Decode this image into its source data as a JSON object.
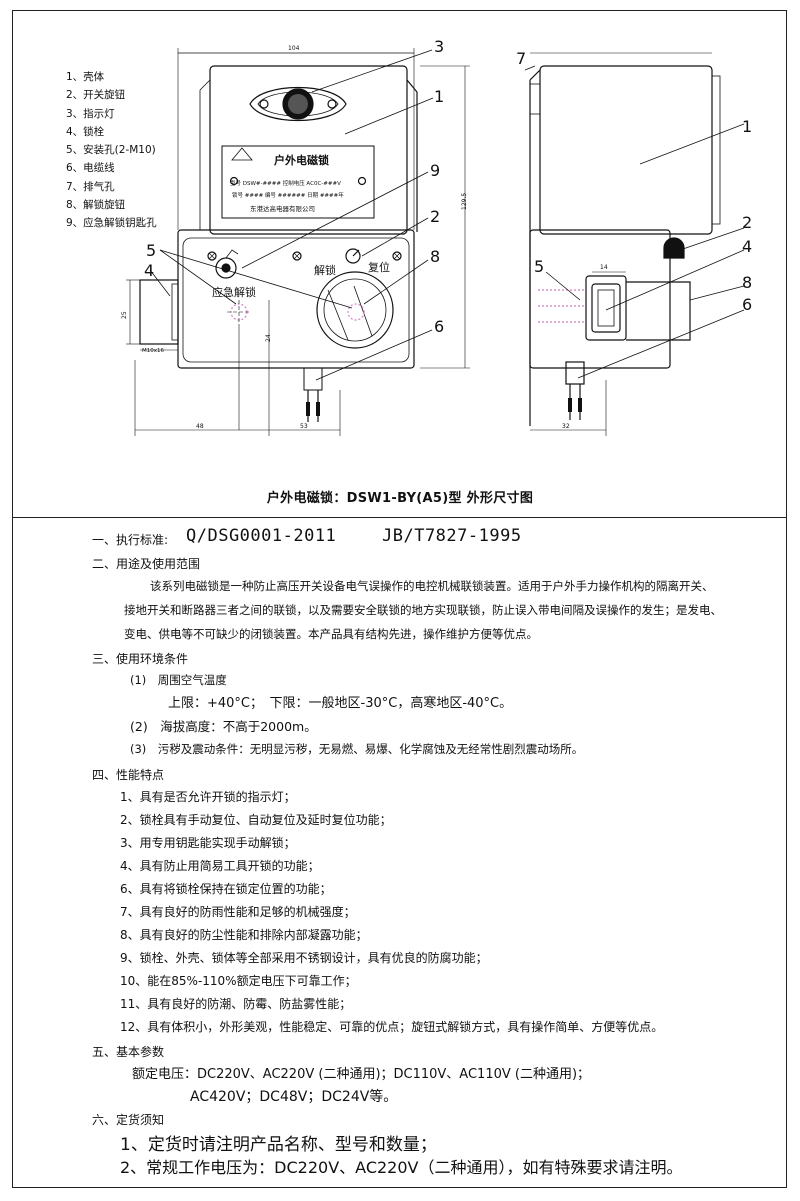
{
  "legend": [
    "1、壳体",
    "2、开关旋钮",
    "3、指示灯",
    "4、锁栓",
    "5、安装孔(2-M10)",
    "6、电缆线",
    "7、排气孔",
    "8、解锁旋钮",
    "9、应急解锁钥匙孔"
  ],
  "drawing": {
    "nameplate_title": "户外电磁锁",
    "nameplate_line1": "型号 DSW#-####  控制电压 AC0C-###V",
    "nameplate_line2": "锁号 ####  编号 ######  日期 ####年",
    "nameplate_maker": "东港达高电器有限公司",
    "label_unlock": "解锁",
    "label_reset": "复位",
    "label_emergency": "应急解锁",
    "callouts_front": [
      "3",
      "1",
      "9",
      "2",
      "8",
      "5",
      "4",
      "6"
    ],
    "callouts_side": [
      "7",
      "1",
      "2",
      "4",
      "5",
      "8",
      "6"
    ],
    "dim_width": "104",
    "dim_height": "129.5",
    "dim_48": "48",
    "dim_53": "53",
    "dim_24": "24",
    "dim_25": "25",
    "dim_bolt": "M10x16",
    "dim_14": "14",
    "dim_32": "32"
  },
  "caption": "户外电磁锁：DSW1-BY(A5)型 外形尺寸图",
  "spec": {
    "s1_title": "一、执行标准:",
    "s1_std1": "Q/DSG0001-2011",
    "s1_std2": "JB/T7827-1995",
    "s2_title": "二、用途及使用范围",
    "s2_line1": "该系列电磁锁是一种防止高压开关设备电气误操作的电控机械联锁装置。适用于户外手力操作机构的隔离开关、",
    "s2_line2": "接地开关和断路器三者之间的联锁，以及需要安全联锁的地方实现联锁，防止误入带电间隔及误操作的发生；是发电、",
    "s2_line3": "变电、供电等不可缺少的闭锁装置。本产品具有结构先进，操作维护方便等优点。",
    "s3_title": "三、使用环境条件",
    "s3_i1": "(1)　周围空气温度",
    "s3_i1a": "上限：+40°C；　下限：一般地区-30°C，高寒地区-40°C。",
    "s3_i2": "(2)　海拔高度：不高于2000m。",
    "s3_i3": "(3)　污秽及震动条件：无明显污秽，无易燃、易爆、化学腐蚀及无经常性剧烈震动场所。",
    "s4_title": "四、性能特点",
    "s4_items": [
      "1、具有是否允许开锁的指示灯；",
      "2、锁栓具有手动复位、自动复位及延时复位功能；",
      "3、用专用钥匙能实现手动解锁；",
      "4、具有防止用简易工具开锁的功能；",
      "6、具有将锁栓保持在锁定位置的功能；",
      "7、具有良好的防雨性能和足够的机械强度；",
      "8、具有良好的防尘性能和排除内部凝露功能；",
      "9、锁栓、外壳、锁体等全部采用不锈钢设计，具有优良的防腐功能；",
      "10、能在85%-110%额定电压下可靠工作；",
      "11、具有良好的防潮、防霉、防盐雾性能；",
      "12、具有体积小，外形美观，性能稳定、可靠的优点；旋钮式解锁方式，具有操作简单、方便等优点。"
    ],
    "s5_title": "五、基本参数",
    "s5_line1": "额定电压：DC220V、AC220V (二种通用)；DC110V、AC110V (二种通用)；",
    "s5_line2": "AC420V；DC48V；DC24V等。",
    "s6_title": "六、定货须知",
    "s6_items": [
      "1、定货时请注明产品名称、型号和数量；",
      "2、常规工作电压为：DC220V、AC220V（二种通用），如有特殊要求请注明。"
    ]
  }
}
